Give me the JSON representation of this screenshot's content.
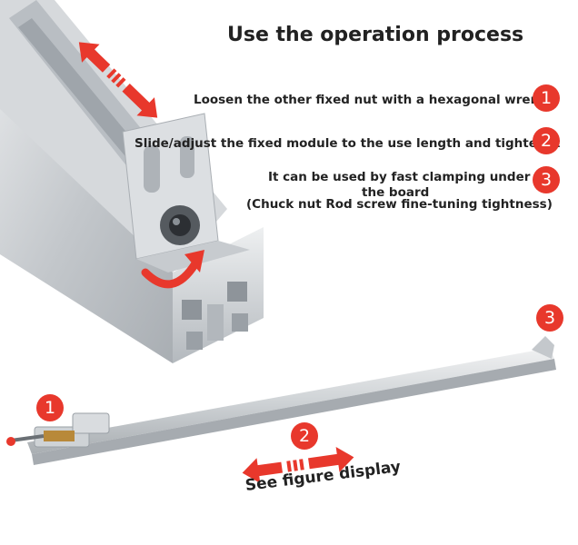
{
  "title": "Use the operation process",
  "steps": [
    {
      "number": "1",
      "text": "Loosen the other fixed nut with a hexagonal wrench"
    },
    {
      "number": "2",
      "text": "Slide/adjust the fixed module to the use length and tighten it"
    },
    {
      "number": "3",
      "text_line1": "It can be used by fast clamping under",
      "text_line2": "the board",
      "text_line3": "(Chuck nut Rod screw fine-tuning tightness)"
    }
  ],
  "rail_markers": [
    "1",
    "2",
    "3"
  ],
  "caption": "See figure display",
  "colors": {
    "accent": "#e8382c",
    "aluminum": "#c9cdd1",
    "text": "#222222"
  }
}
